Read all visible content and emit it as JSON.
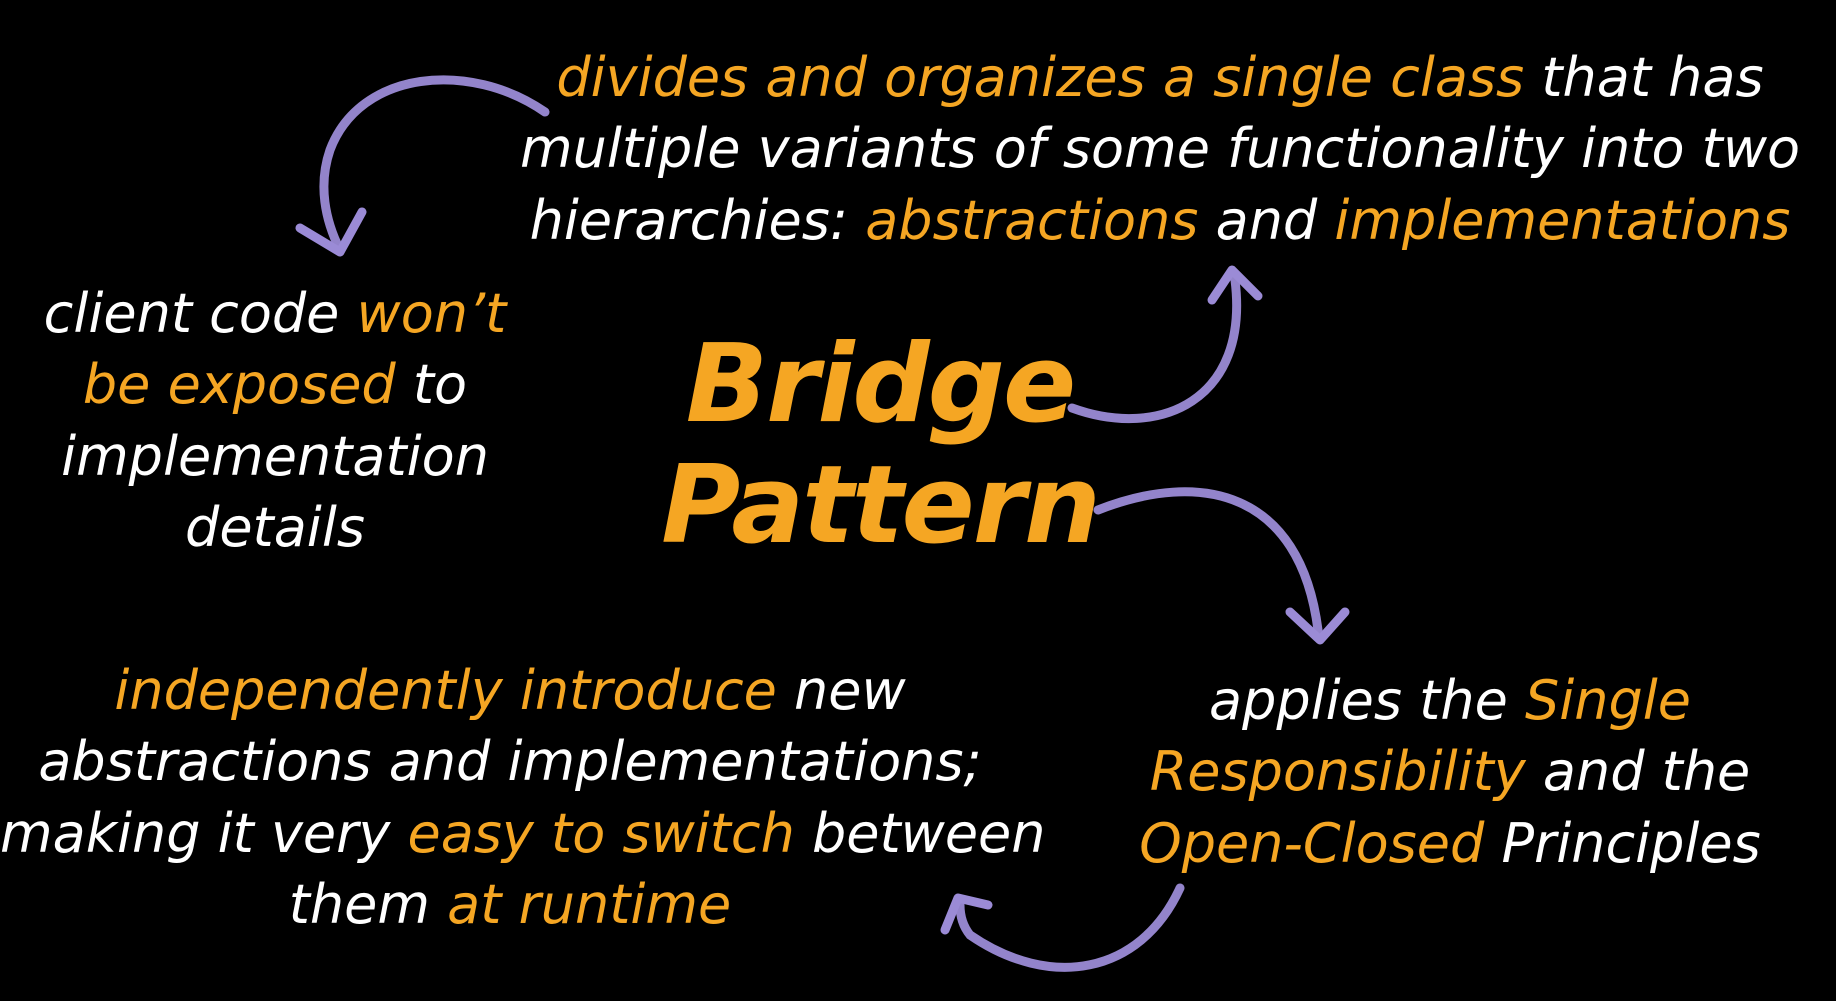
{
  "colors": {
    "background": "#000000",
    "text": "#FFFFFF",
    "accent": "#F5A623",
    "arrow": "#9B8BD6"
  },
  "title": {
    "line1": "Bridge",
    "line2": "Pattern"
  },
  "top_block": {
    "l1_a": "divides and organizes a single class",
    "l1_b": " that has",
    "l2": "multiple variants of some functionality into two",
    "l3_a": "hierarchies: ",
    "l3_b": "abstractions",
    "l3_c": " and ",
    "l3_d": "implementations"
  },
  "left_block": {
    "l1_a": "client code ",
    "l1_b": "won’t",
    "l2_a": "be exposed",
    "l2_b": " to",
    "l3": "implementation",
    "l4": "details"
  },
  "bottom_left_block": {
    "l1_a": "independently introduce",
    "l1_b": " new",
    "l2": "abstractions and implementations;",
    "l3_a": "making it very ",
    "l3_b": "easy to switch",
    "l3_c": " between",
    "l4_a": "them ",
    "l4_b": "at runtime"
  },
  "bottom_right_block": {
    "l1_a": "applies the ",
    "l1_b": "Single",
    "l2_a": "Responsibility",
    "l2_b": " and the",
    "l3_a": "Open-Closed",
    "l3_b": " Principles"
  },
  "arrows": [
    {
      "name": "top-to-left-arrow-icon"
    },
    {
      "name": "title-to-top-arrow-icon"
    },
    {
      "name": "title-to-bottom-right-arrow-icon"
    },
    {
      "name": "bottom-right-to-bottom-left-arrow-icon"
    }
  ]
}
